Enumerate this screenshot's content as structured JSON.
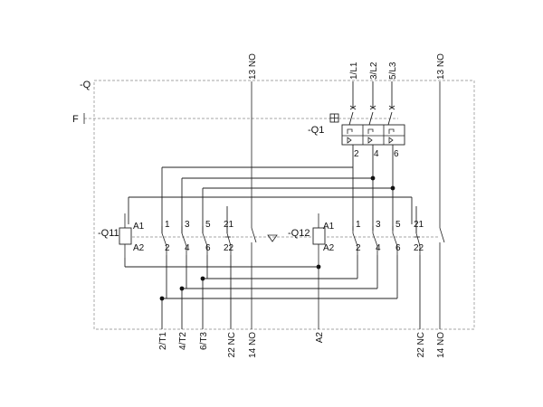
{
  "labels": {
    "frame_q": "-Q",
    "feed_f": "F",
    "breaker": "-Q1",
    "contactor_1": "-Q11",
    "contactor_2": "-Q12"
  },
  "top_terminals": {
    "no_13_left": "13 NO",
    "l1": "1/L1",
    "l2": "3/L2",
    "l3": "5/L3",
    "no_13_right": "13 NO"
  },
  "breaker_outputs": [
    "2",
    "4",
    "6"
  ],
  "q11": {
    "coil_a1": "A1",
    "coil_a2": "A2",
    "top_pins": [
      "1",
      "3",
      "5",
      "21"
    ],
    "bottom_pins": [
      "2",
      "4",
      "6",
      "22"
    ]
  },
  "q12": {
    "coil_a1": "A1",
    "coil_a2": "A2",
    "top_pins": [
      "1",
      "3",
      "5",
      "21"
    ],
    "bottom_pins": [
      "2",
      "4",
      "6",
      "22"
    ]
  },
  "bottom_terminals": {
    "t1": "2/T1",
    "t2": "4/T2",
    "t3": "6/T3",
    "nc_22_left": "22 NC",
    "no_14_left": "14 NO",
    "a2": "A2",
    "nc_22_right": "22 NC",
    "no_14_right": "14 NO"
  },
  "colors": {
    "wire": "#222222",
    "frame": "#888888"
  }
}
